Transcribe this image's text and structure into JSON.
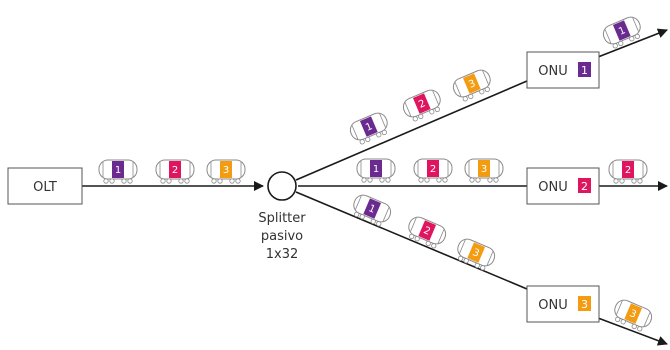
{
  "olt": {
    "label": "OLT"
  },
  "splitter": {
    "line1": "Splitter",
    "line2": "pasivo",
    "line3": "1x32"
  },
  "onus": [
    {
      "label": "ONU",
      "number": "1",
      "color": "#6b2a8f"
    },
    {
      "label": "ONU",
      "number": "2",
      "color": "#e0155f"
    },
    {
      "label": "ONU",
      "number": "3",
      "color": "#f39c12"
    }
  ],
  "packets": [
    {
      "number": "1",
      "color": "#6b2a8f"
    },
    {
      "number": "2",
      "color": "#e0155f"
    },
    {
      "number": "3",
      "color": "#f39c12"
    }
  ],
  "colors": {
    "line": "#1a1a1a",
    "box_stroke": "#555555",
    "car_stroke": "#8a8a8a",
    "text": "#333333"
  }
}
